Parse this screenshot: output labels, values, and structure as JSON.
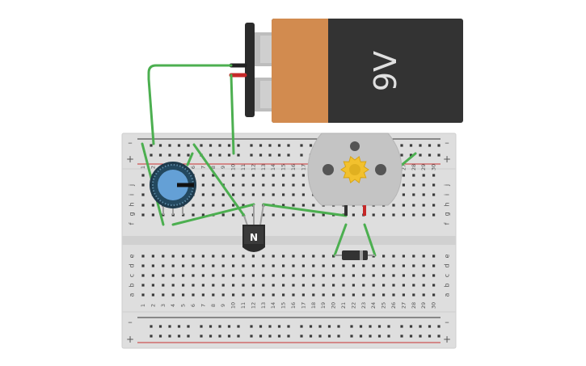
{
  "battery": {
    "voltage_label": "9V",
    "colors": {
      "body": "#333333",
      "top": "#d28b4f",
      "cap": "#bdbdbd"
    }
  },
  "breadboard": {
    "columns": [
      "1",
      "2",
      "3",
      "4",
      "5",
      "6",
      "7",
      "8",
      "9",
      "10",
      "11",
      "12",
      "13",
      "14",
      "15",
      "16",
      "17",
      "18",
      "19",
      "20",
      "21",
      "22",
      "23",
      "24",
      "25",
      "26",
      "27",
      "28",
      "29",
      "30"
    ],
    "upper_row_labels": [
      "j",
      "i",
      "h",
      "g",
      "f"
    ],
    "lower_row_labels": [
      "e",
      "d",
      "c",
      "b",
      "a"
    ],
    "rail_minus": "–",
    "rail_plus": "+",
    "colors": {
      "board": "#dedede",
      "hole": "#3a3a3a",
      "rail_red": "#c83232",
      "rail_dark": "#333333"
    }
  },
  "transistor": {
    "label": "N"
  },
  "components": {
    "potentiometer": "potentiometer",
    "motor": "dc-motor",
    "diode": "diode"
  },
  "wire_color": "#4caf50"
}
